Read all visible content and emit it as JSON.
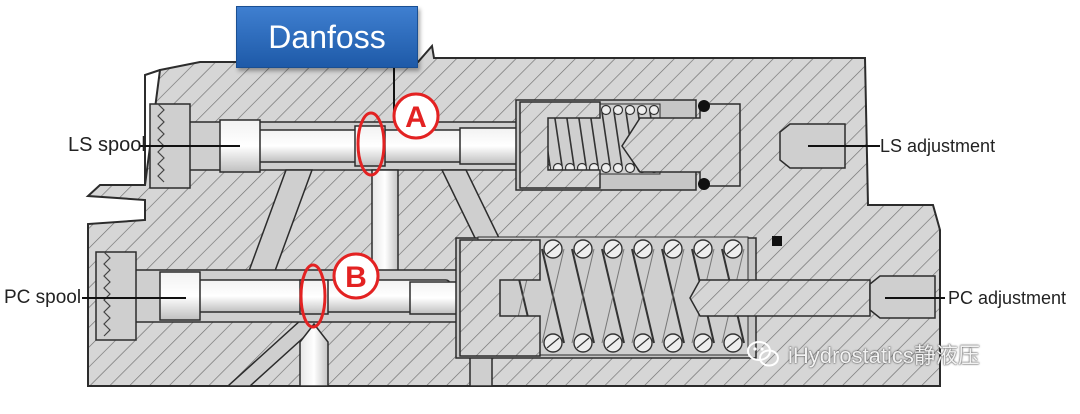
{
  "brand_label": "Danfoss",
  "markers": {
    "a": "A",
    "b": "B"
  },
  "labels": {
    "ls_spool": "LS spool",
    "pc_spool": "PC spool",
    "ls_adjustment": "LS adjustment",
    "pc_adjustment": "PC adjustment"
  },
  "watermark": "iHydrostatics静液压",
  "colors": {
    "body": "#d5d5d5",
    "hatch": "#6e6e6e",
    "outline": "#2c2c2c",
    "marker": "#e32222",
    "brand": "#2e6ebf"
  },
  "icon_names": [
    "wechat-icon"
  ]
}
